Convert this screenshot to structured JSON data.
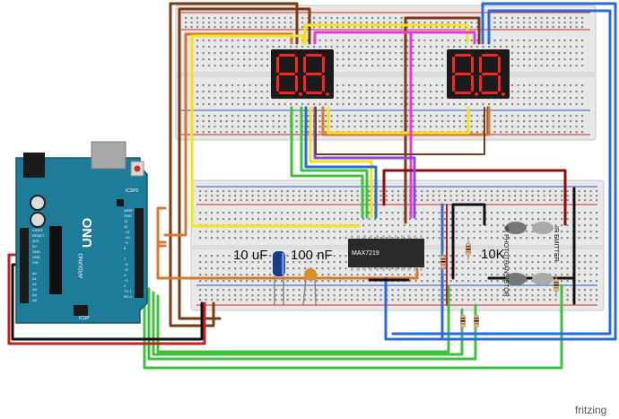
{
  "labels": {
    "capacitor_1": "10 uF",
    "capacitor_2": "100 nF",
    "chip": "MAX7219",
    "resistor": "10K",
    "phototransistor": "IR PHOTOTRANSISTOR",
    "emitter": "IR EMITTER",
    "watermark": "fritzing"
  },
  "arduino": {
    "brand": "UNO",
    "brand_prefix": "ARDUINO",
    "icsp": "ICSP",
    "icsp2": "ICSP2",
    "aref": "AREF",
    "gnd": "GND",
    "on": "ON",
    "rx": "RX",
    "tx": "TX",
    "left_pins": [
      "IOREF",
      "RESET",
      "3V3",
      "5V",
      "GND",
      "GND",
      "VIN",
      "",
      "A0",
      "A1",
      "A2",
      "A3",
      "A4",
      "A5"
    ],
    "right_pins": [
      "AREF",
      "GND",
      "13",
      "12",
      "~11",
      "~10",
      "~9",
      "8",
      "",
      "7",
      "~6",
      "~5",
      "4",
      "~3",
      "2",
      "TX 1",
      "RX 0"
    ]
  },
  "colors": {
    "breadboard": "#e9e9e9",
    "breadboard_rail_red": "#d42a2a",
    "breadboard_rail_blue": "#2a56c8",
    "arduino": "#1c7c9a",
    "wire_brown": "#7a3a12",
    "wire_orange": "#d9782a",
    "wire_yellow": "#f4e21c",
    "wire_magenta": "#e43ad9",
    "wire_green": "#3cc23c",
    "wire_blue": "#2a6ad9",
    "wire_red": "#c81e1e",
    "wire_black": "#111111",
    "wire_darkred": "#8a1010"
  },
  "icons": {
    "display": "seven-segment-display-icon",
    "capacitor": "capacitor-icon",
    "resistor": "resistor-icon",
    "chip": "ic-chip-icon"
  }
}
